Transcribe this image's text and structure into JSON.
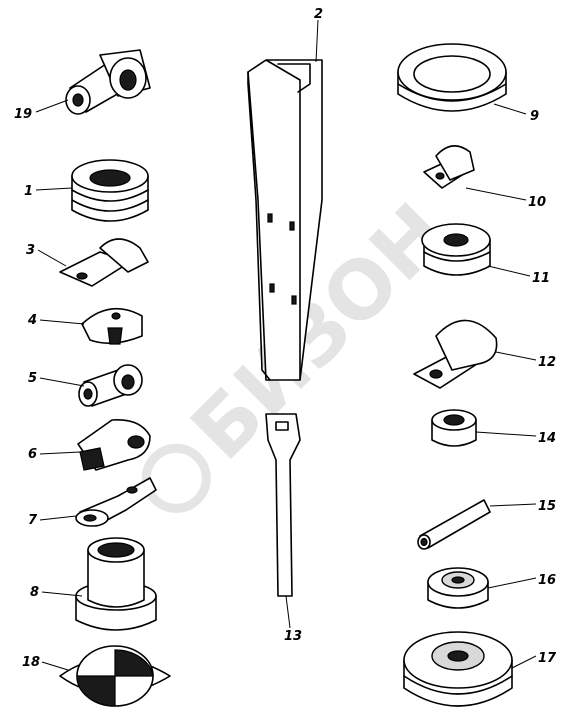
{
  "watermark": {
    "text": "БИЗОН"
  },
  "callouts": [
    "19",
    "1",
    "3",
    "4",
    "5",
    "6",
    "7",
    "8",
    "18",
    "2",
    "13",
    "9",
    "10",
    "11",
    "12",
    "14",
    "15",
    "16",
    "17"
  ]
}
